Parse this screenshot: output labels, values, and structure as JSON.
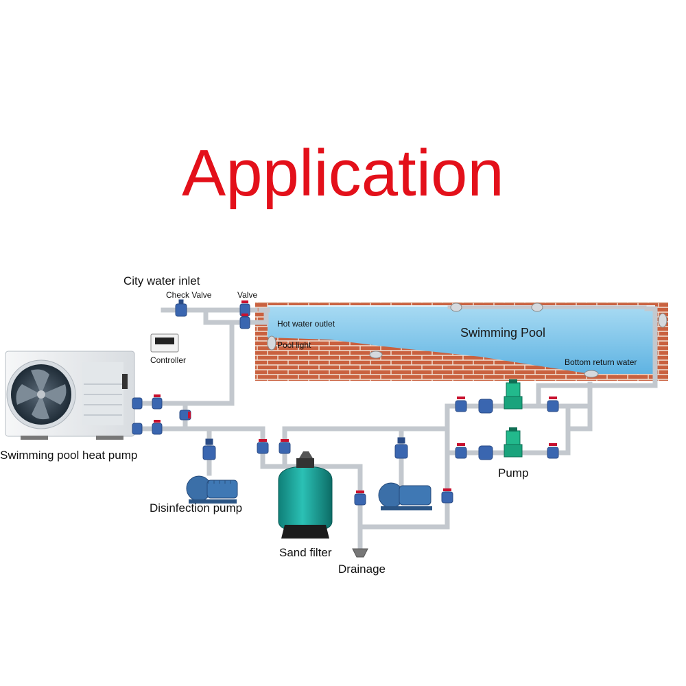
{
  "title": "Application",
  "labels": {
    "city_water_inlet": "City water inlet",
    "check_valve": "Check Valve",
    "valve": "Valve",
    "hot_water_outlet": "Hot water outlet",
    "pool_light": "Pool light",
    "swimming_pool": "Swimming Pool",
    "bottom_return_water": "Bottom return water",
    "controller": "Controller",
    "heat_pump": "Swimming pool heat pump",
    "disinfection_pump": "Disinfection pump",
    "sand_filter": "Sand filter",
    "drainage": "Drainage",
    "pump": "Pump"
  },
  "colors": {
    "title": "#e3101a",
    "pipe": "#c8ccd2",
    "water": "#7ec6ea",
    "brick": "#c55a3c",
    "valve_handle": "#c8102e",
    "valve_body": "#3a66b0",
    "filter": "#1aa39a",
    "inline_pump": "#1aa37c"
  },
  "icons": [
    "fan-icon",
    "valve-icon",
    "pump-icon",
    "filter-icon",
    "drain-icon",
    "lamp-icon"
  ]
}
